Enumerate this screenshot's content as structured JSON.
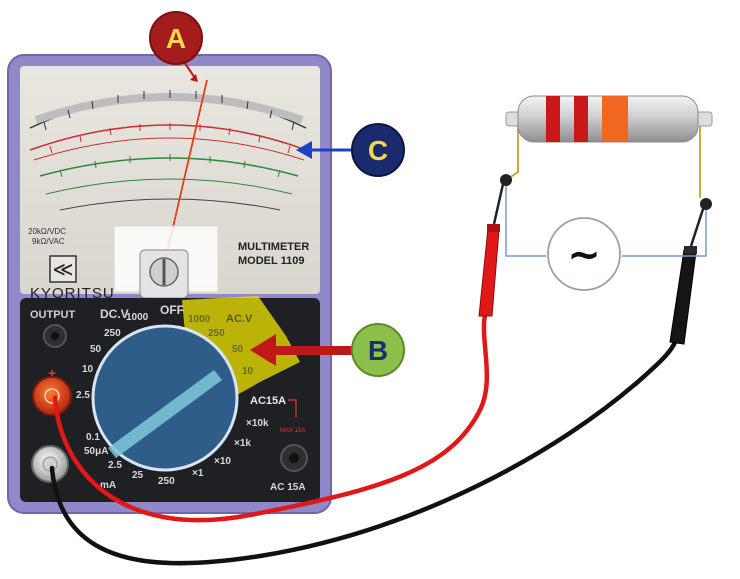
{
  "callouts": {
    "a": {
      "label": "A",
      "color": "#a51c1c",
      "text_color": "#f2d84a"
    },
    "b": {
      "label": "B",
      "color": "#8cc04a",
      "text_color": "#1a2e6e"
    },
    "c": {
      "label": "C",
      "color": "#1a2a6e",
      "text_color": "#f2d84a"
    }
  },
  "meter": {
    "brand": "KYORITSU",
    "model_line1": "MULTIMETER",
    "model_line2": "MODEL 1109",
    "output_label": "OUTPUT",
    "range_dcv": "DC.V",
    "range_off": "OFF",
    "range_acv": "AC.V",
    "ac15a_label": "AC15A",
    "ac15a_jack_label": "AC 15A",
    "max15a_label": "MAX 15A",
    "sensitivity_dc": "20kΩ/VDC",
    "sensitivity_ac": "9kΩ/VAC",
    "plus_sign": "+",
    "dial_labels": [
      "1000",
      "250",
      "50",
      "10",
      "2.5",
      "0.1",
      "50μA",
      "2.5",
      "25",
      "250",
      "mA",
      "×1",
      "×10",
      "×1k",
      "×10k",
      "1000",
      "250",
      "50",
      "10"
    ]
  },
  "source": {
    "symbol": "~"
  },
  "colors": {
    "meter_frame": "#8f89c9",
    "dial": "#2f5d8a",
    "highlight": "#f2e400",
    "probe_red": "#e01818",
    "probe_black": "#111111"
  }
}
